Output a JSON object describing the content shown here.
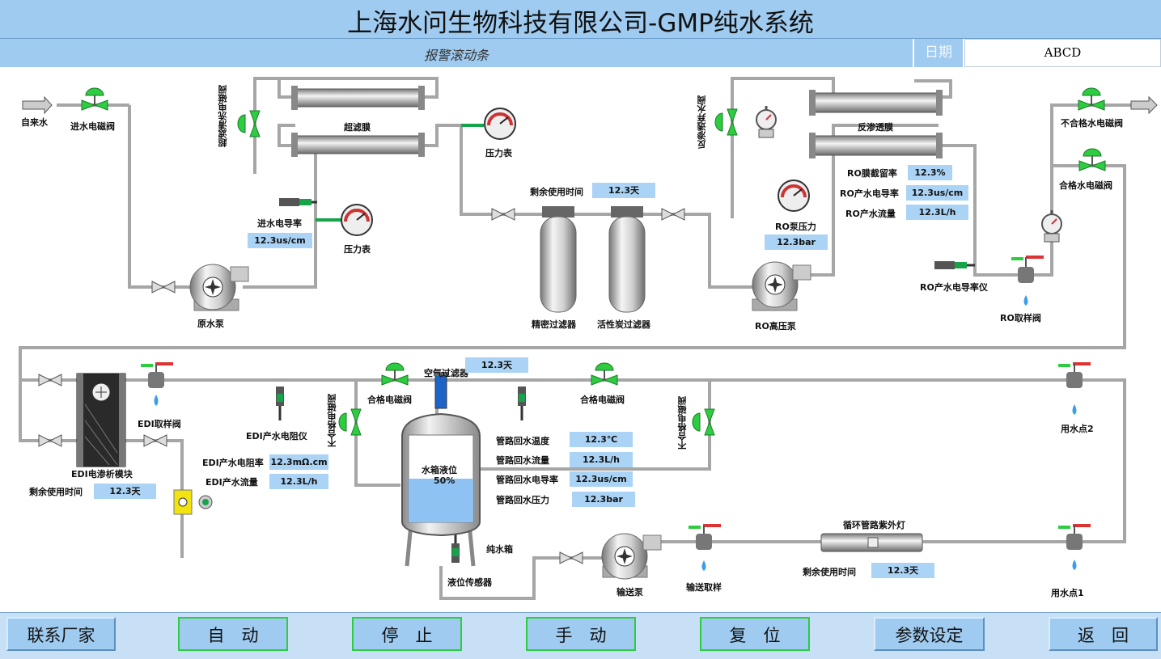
{
  "header": {
    "title": "上海水问生物科技有限公司-GMP纯水系统"
  },
  "alarm": {
    "text": "报警滚动条"
  },
  "date": {
    "label": "日期",
    "value": "ABCD"
  },
  "labels": {
    "tap_water": "自来水",
    "inlet_valve": "进水电磁阀",
    "uf_flush_valve": "超滤清洗电磁阀",
    "uf_membrane": "超滤膜",
    "pressure_gauge_1": "压力表",
    "pressure_gauge_2": "压力表",
    "remaining_time": "剩余使用时间",
    "inlet_conductivity": "进水电导率",
    "raw_pump": "原水泵",
    "precision_filter": "精密过滤器",
    "carbon_filter": "活性炭过滤器",
    "ro_reject_valve": "反渗透弃水阀",
    "ro_membrane": "反渗透膜",
    "ro_rejection": "RO膜截留率",
    "ro_conductivity": "RO产水电导率",
    "ro_flow": "RO产水流量",
    "ro_pump_pressure": "RO泵压力",
    "ro_hp_pump": "RO高压泵",
    "unqualified_valve_top": "不合格水电磁阀",
    "qualified_valve_top": "合格水电磁阀",
    "ro_cond_meter": "RO产水电导率仪",
    "ro_sample_valve": "RO取样阀",
    "edi_sample_valve": "EDI取样阀",
    "qualified_valve_1": "合格电磁阀",
    "air_filter": "空气过滤器",
    "qualified_valve_2": "合格电磁阀",
    "edi_resistivity_meter": "EDI产水电阻仪",
    "unqualified_valve_left": "不合格电磁阀",
    "unqualified_valve_right": "不合格电磁阀",
    "edi_resistivity": "EDI产水电阻率",
    "edi_flow": "EDI产水流量",
    "edi_module": "EDI电渗析模块",
    "edi_remaining": "剩余使用时间",
    "tank_level": "水箱液位",
    "tank_level_value": "50%",
    "pure_tank": "纯水箱",
    "level_sensor": "液位传感器",
    "return_temp": "管路回水温度",
    "return_flow": "管路回水流量",
    "return_cond": "管路回水电导率",
    "return_pressure": "管路回水压力",
    "delivery_pump": "输送泵",
    "delivery_sample": "输送取样",
    "uv_lamp": "循环管路紫外灯",
    "uv_remaining": "剩余使用时间",
    "use_point_2": "用水点2",
    "use_point_1": "用水点1"
  },
  "values": {
    "filter_remaining": "12.3天",
    "inlet_conductivity": "12.3us/cm",
    "ro_pump_pressure": "12.3bar",
    "ro_rejection": "12.3%",
    "ro_conductivity": "12.3us/cm",
    "ro_flow": "12.3L/h",
    "air_filter_remaining": "12.3天",
    "edi_resistivity": "12.3mΩ.cm",
    "edi_flow": "12.3L/h",
    "edi_remaining": "12.3天",
    "return_temp": "12.3℃",
    "return_flow": "12.3L/h",
    "return_cond": "12.3us/cm",
    "return_pressure": "12.3bar",
    "uv_remaining": "12.3天"
  },
  "tank": {
    "level_fraction": 0.5
  },
  "buttons": {
    "contact": "联系厂家",
    "auto": "自　动",
    "stop": "停　止",
    "manual": "手　动",
    "reset": "复　位",
    "params": "参数设定",
    "back": "返　回"
  },
  "colors": {
    "bar_blue": "#9fcbf0",
    "value_blue": "#aad3f5",
    "valve_green": "#2ecc40",
    "pipe_gray": "#a6a6a6"
  }
}
